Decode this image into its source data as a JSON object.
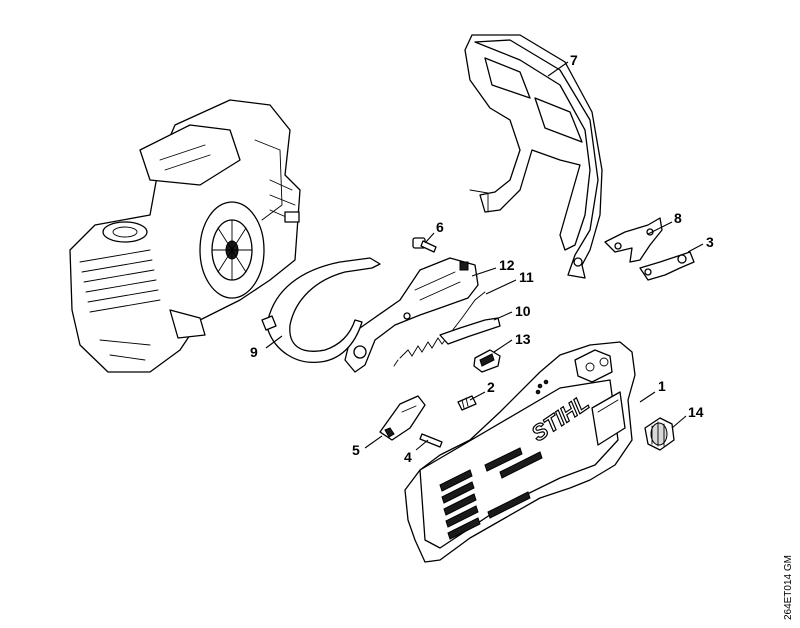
{
  "callouts": [
    {
      "num": "1"
    },
    {
      "num": "2"
    },
    {
      "num": "3"
    },
    {
      "num": "4"
    },
    {
      "num": "5"
    },
    {
      "num": "6"
    },
    {
      "num": "7"
    },
    {
      "num": "8"
    },
    {
      "num": "9"
    },
    {
      "num": "10"
    },
    {
      "num": "11"
    },
    {
      "num": "12"
    },
    {
      "num": "13"
    },
    {
      "num": "14"
    }
  ],
  "brand_text": "STIHL",
  "drawing_code": "264ET014 GM"
}
